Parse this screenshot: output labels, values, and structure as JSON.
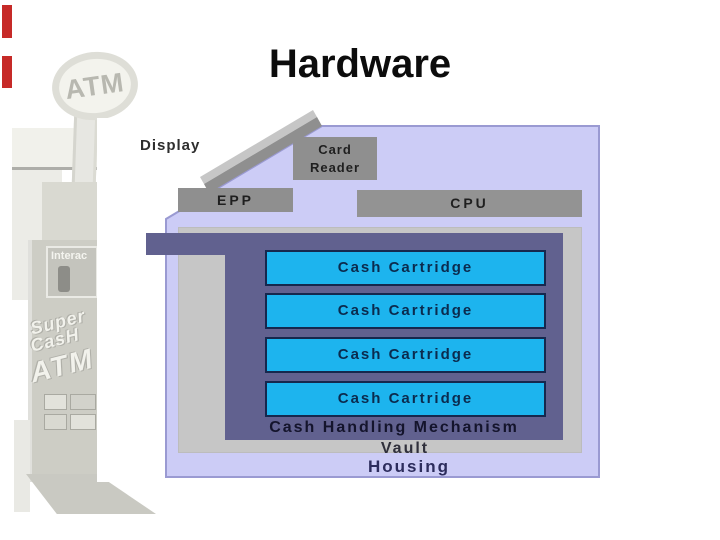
{
  "slide": {
    "title": "Hardware"
  },
  "diagram": {
    "display_label": "Display",
    "card_reader_label": "Card Reader",
    "epp_label": "EPP",
    "cpu_label": "CPU",
    "cartridges": [
      "Cash Cartridge",
      "Cash Cartridge",
      "Cash Cartridge",
      "Cash Cartridge"
    ],
    "mechanism_label": "Cash Handling Mechanism",
    "vault_label": "Vault",
    "housing_label": "Housing",
    "colors": {
      "housing": "#ccccf6",
      "housing_border": "#9a9ad2",
      "vault": "#c6c6c6",
      "mechanism": "#61618f",
      "cartridge": "#1db4ee",
      "cartridge_border": "#16284e",
      "component_gray": "#8f8f8f",
      "accent_red": "#c62a28"
    }
  },
  "atm_photo": {
    "sign_text": "ATM",
    "interac_label": "Interac",
    "slogan_line1": "Super",
    "slogan_line2": "CasH",
    "slogan_line3": "ATM"
  }
}
